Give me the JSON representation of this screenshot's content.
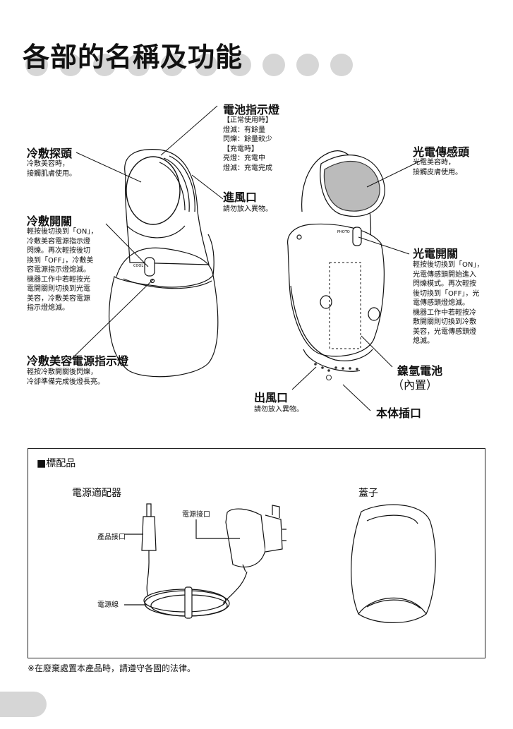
{
  "page_title": "各部的名稱及功能",
  "cool_head": {
    "label": "冷敷探頭",
    "desc": [
      "冷敷美容時，",
      "接觸肌膚使用。"
    ]
  },
  "battery_light": {
    "label": "電池指示燈",
    "desc": [
      "【正常使用時】",
      "燈滅：有餘量",
      "閃爍：餘量較少",
      "【充電時】",
      "亮燈：充電中",
      "燈滅：充電完成"
    ]
  },
  "air_inlet": {
    "label": "進風口",
    "desc": [
      "請勿放入異物。"
    ]
  },
  "cool_switch": {
    "label": "冷敷開關",
    "desc": [
      "輕按後切換到「ON」，",
      "冷敷美容電源指示燈",
      "閃爍。再次輕按後切",
      "換到「OFF」，冷敷美",
      "容電源指示燈熄滅。",
      "機器工作中若輕按光",
      "電開關則切換到光電",
      "美容，冷敷美容電源",
      "指示燈熄滅。"
    ]
  },
  "cool_power_light": {
    "label": "冷敷美容電源指示燈",
    "desc": [
      "輕按冷敷開關後閃爍，",
      "冷卻準備完成後燈長亮。"
    ]
  },
  "photo_head": {
    "label": "光電傳感頭",
    "desc": [
      "光電美容時，",
      "接觸皮膚使用。"
    ]
  },
  "photo_switch": {
    "label": "光電開關",
    "desc": [
      "輕按後切換到「ON」，",
      "光電傳感頭開始進入",
      "閃爍模式。再次輕按",
      "後切換到「OFF」，光",
      "電傳感頭燈熄滅。",
      "機器工作中若輕按冷",
      "敷開關則切換到冷敷",
      "美容，光電傳感頭燈",
      "熄滅。"
    ]
  },
  "battery": {
    "label": "鎳氫電池",
    "sub": "（內置）"
  },
  "air_outlet": {
    "label": "出風口",
    "desc": [
      "請勿放入異物。"
    ]
  },
  "body_socket": {
    "label": "本体插口"
  },
  "device_marks": {
    "cool": "COOL",
    "photo": "PHOTO"
  },
  "accessories": {
    "heading": "■標配品",
    "adapter": {
      "title": "電源適配器",
      "plug_label": "電源接口",
      "product_plug_label": "產品接口",
      "cord_label": "電源線"
    },
    "cap": {
      "title": "蓋子"
    }
  },
  "footer_note": "※在廢棄處置本產品時，請遵守各國的法律。"
}
